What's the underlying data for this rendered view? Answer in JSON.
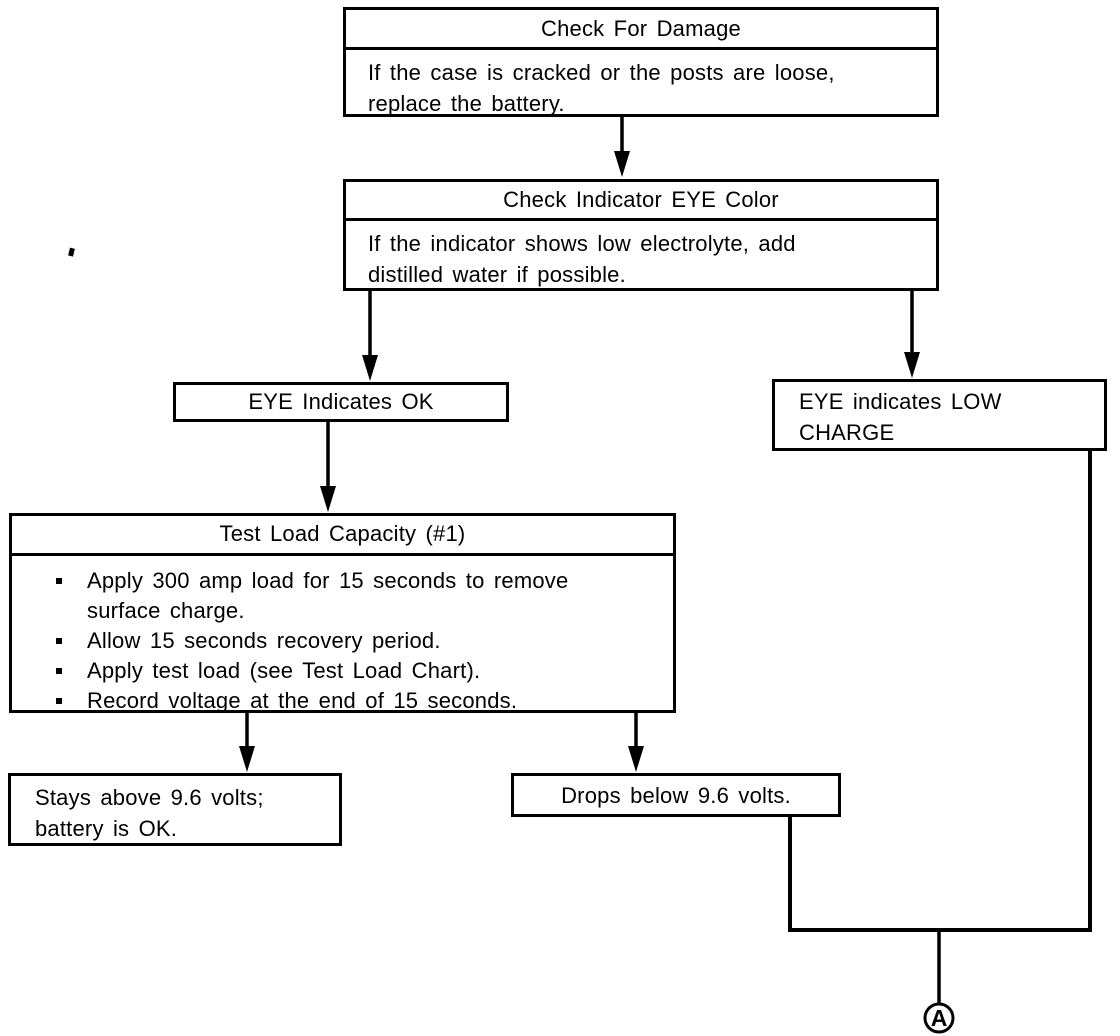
{
  "flowchart": {
    "check_damage": {
      "title": "Check For Damage",
      "line1": "If the case is cracked or the posts are loose,",
      "line2": "replace the battery."
    },
    "check_eye": {
      "title": "Check Indicator EYE Color",
      "line1": "If the indicator shows low electrolyte, add",
      "line2": "distilled water if possible."
    },
    "eye_ok": {
      "label": "EYE Indicates OK"
    },
    "eye_low": {
      "line1": "EYE indicates LOW",
      "line2": "CHARGE"
    },
    "test_load": {
      "title": "Test Load Capacity (#1)",
      "bullets": [
        "Apply 300 amp load for 15 seconds to remove surface charge.",
        "Allow 15 seconds recovery period.",
        "Apply test load (see Test Load Chart).",
        "Record voltage at the end of 15 seconds."
      ]
    },
    "stays_above": {
      "line1": "Stays above 9.6 volts;",
      "line2": "battery is OK."
    },
    "drops_below": {
      "label": "Drops below 9.6 volts."
    },
    "connector": {
      "label": "A"
    },
    "colors": {
      "ink": "#000000",
      "paper": "#ffffff"
    }
  }
}
